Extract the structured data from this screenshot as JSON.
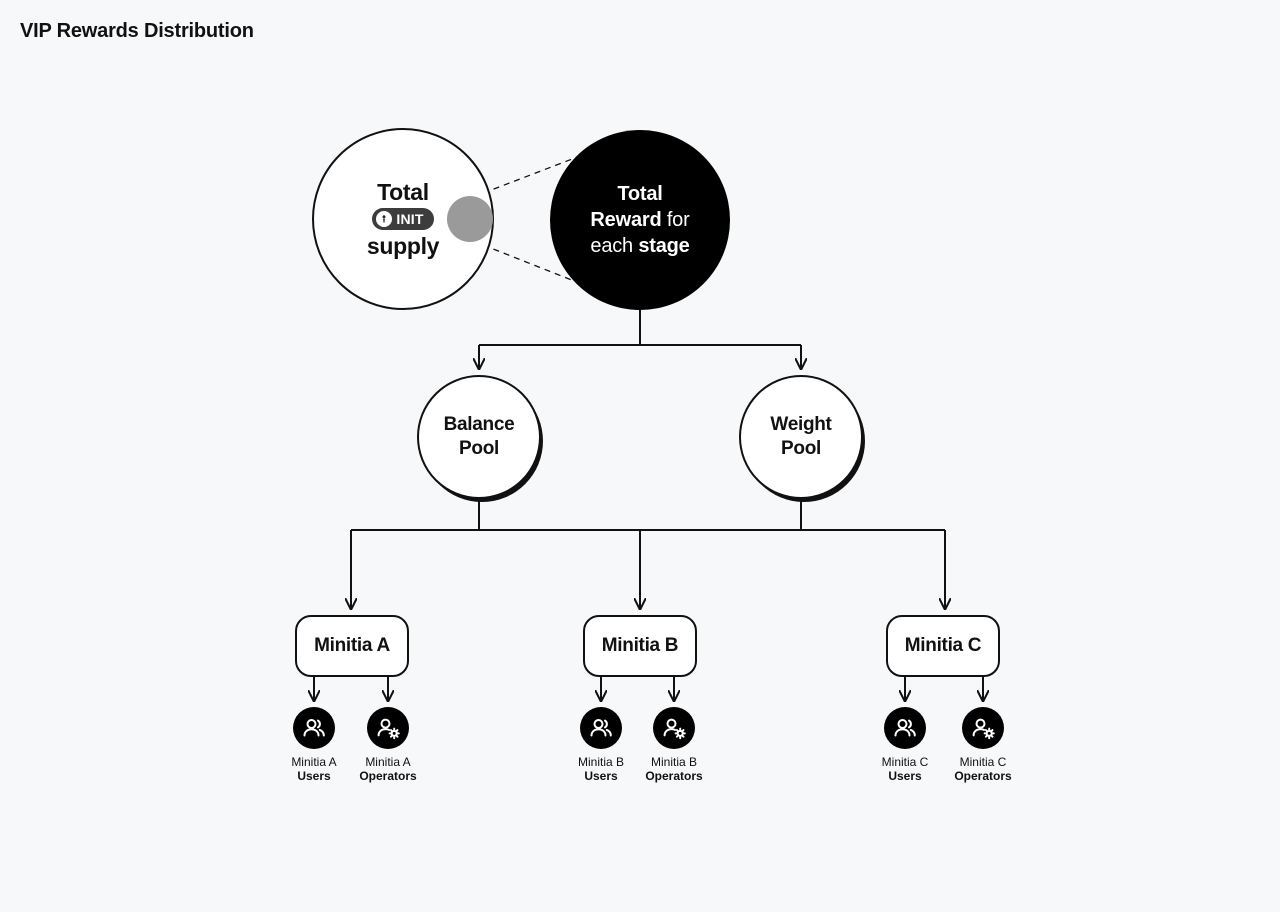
{
  "page": {
    "title": "VIP Rewards Distribution",
    "background_color": "#f7f8fa",
    "accent_color": "#000000"
  },
  "diagram": {
    "type": "flow-tree",
    "supply_node": {
      "line1": "Total",
      "line2": "supply",
      "badge": {
        "label": "INIT",
        "icon": "init-token-icon",
        "background_color": "#3c3c3c",
        "text_color": "#ffffff"
      },
      "orb_color": "#9a9a9a"
    },
    "reward_node": {
      "part1": "Total",
      "part2": "Reward",
      "part3": "for",
      "part4": "each",
      "part5": "stage",
      "background_color": "#000000",
      "text_color": "#ffffff"
    },
    "pools": [
      {
        "line1": "Balance",
        "line2": "Pool"
      },
      {
        "line1": "Weight",
        "line2": "Pool"
      }
    ],
    "minitias": [
      {
        "label": "Minitia A",
        "actors": [
          {
            "icon": "users-icon",
            "line1": "Minitia A",
            "line2": "Users"
          },
          {
            "icon": "operators-gear-icon",
            "line1": "Minitia A",
            "line2": "Operators"
          }
        ]
      },
      {
        "label": "Minitia B",
        "actors": [
          {
            "icon": "users-icon",
            "line1": "Minitia B",
            "line2": "Users"
          },
          {
            "icon": "operators-gear-icon",
            "line1": "Minitia B",
            "line2": "Operators"
          }
        ]
      },
      {
        "label": "Minitia C",
        "actors": [
          {
            "icon": "users-icon",
            "line1": "Minitia C",
            "line2": "Users"
          },
          {
            "icon": "operators-gear-icon",
            "line1": "Minitia C",
            "line2": "Operators"
          }
        ]
      }
    ]
  }
}
